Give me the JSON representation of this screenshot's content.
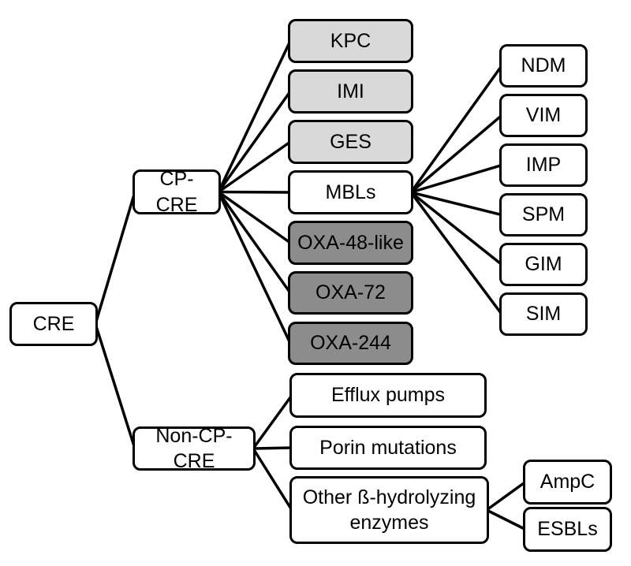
{
  "colors": {
    "background": "#ffffff",
    "border": "#000000",
    "line": "#000000",
    "text": "#000000",
    "fill_white": "#ffffff",
    "fill_light_gray": "#d9d9d9",
    "fill_dark_gray": "#8c8c8c"
  },
  "nodes": {
    "cre": {
      "label": "CRE",
      "fill": "#ffffff"
    },
    "cp_cre": {
      "label": "CP-CRE",
      "fill": "#ffffff"
    },
    "non_cp_cre": {
      "label": "Non-CP-CRE",
      "fill": "#ffffff"
    },
    "kpc": {
      "label": "KPC",
      "fill": "#d9d9d9"
    },
    "imi": {
      "label": "IMI",
      "fill": "#d9d9d9"
    },
    "ges": {
      "label": "GES",
      "fill": "#d9d9d9"
    },
    "mbls": {
      "label": "MBLs",
      "fill": "#ffffff"
    },
    "oxa48": {
      "label": "OXA-48-like",
      "fill": "#8c8c8c"
    },
    "oxa72": {
      "label": "OXA-72",
      "fill": "#8c8c8c"
    },
    "oxa244": {
      "label": "OXA-244",
      "fill": "#8c8c8c"
    },
    "ndm": {
      "label": "NDM",
      "fill": "#ffffff"
    },
    "vim": {
      "label": "VIM",
      "fill": "#ffffff"
    },
    "imp": {
      "label": "IMP",
      "fill": "#ffffff"
    },
    "spm": {
      "label": "SPM",
      "fill": "#ffffff"
    },
    "gim": {
      "label": "GIM",
      "fill": "#ffffff"
    },
    "sim": {
      "label": "SIM",
      "fill": "#ffffff"
    },
    "efflux": {
      "label": "Efflux pumps",
      "fill": "#ffffff"
    },
    "porin": {
      "label": "Porin mutations",
      "fill": "#ffffff"
    },
    "other": {
      "label": "Other ß-hydrolyzing enzymes",
      "fill": "#ffffff"
    },
    "ampc": {
      "label": "AmpC",
      "fill": "#ffffff"
    },
    "esbls": {
      "label": "ESBLs",
      "fill": "#ffffff"
    }
  },
  "edges": [
    [
      "cre",
      "cp_cre"
    ],
    [
      "cre",
      "non_cp_cre"
    ],
    [
      "cp_cre",
      "kpc"
    ],
    [
      "cp_cre",
      "imi"
    ],
    [
      "cp_cre",
      "ges"
    ],
    [
      "cp_cre",
      "mbls"
    ],
    [
      "cp_cre",
      "oxa48"
    ],
    [
      "cp_cre",
      "oxa72"
    ],
    [
      "cp_cre",
      "oxa244"
    ],
    [
      "mbls",
      "ndm"
    ],
    [
      "mbls",
      "vim"
    ],
    [
      "mbls",
      "imp"
    ],
    [
      "mbls",
      "spm"
    ],
    [
      "mbls",
      "gim"
    ],
    [
      "mbls",
      "sim"
    ],
    [
      "non_cp_cre",
      "efflux"
    ],
    [
      "non_cp_cre",
      "porin"
    ],
    [
      "non_cp_cre",
      "other"
    ],
    [
      "other",
      "ampc"
    ],
    [
      "other",
      "esbls"
    ]
  ]
}
